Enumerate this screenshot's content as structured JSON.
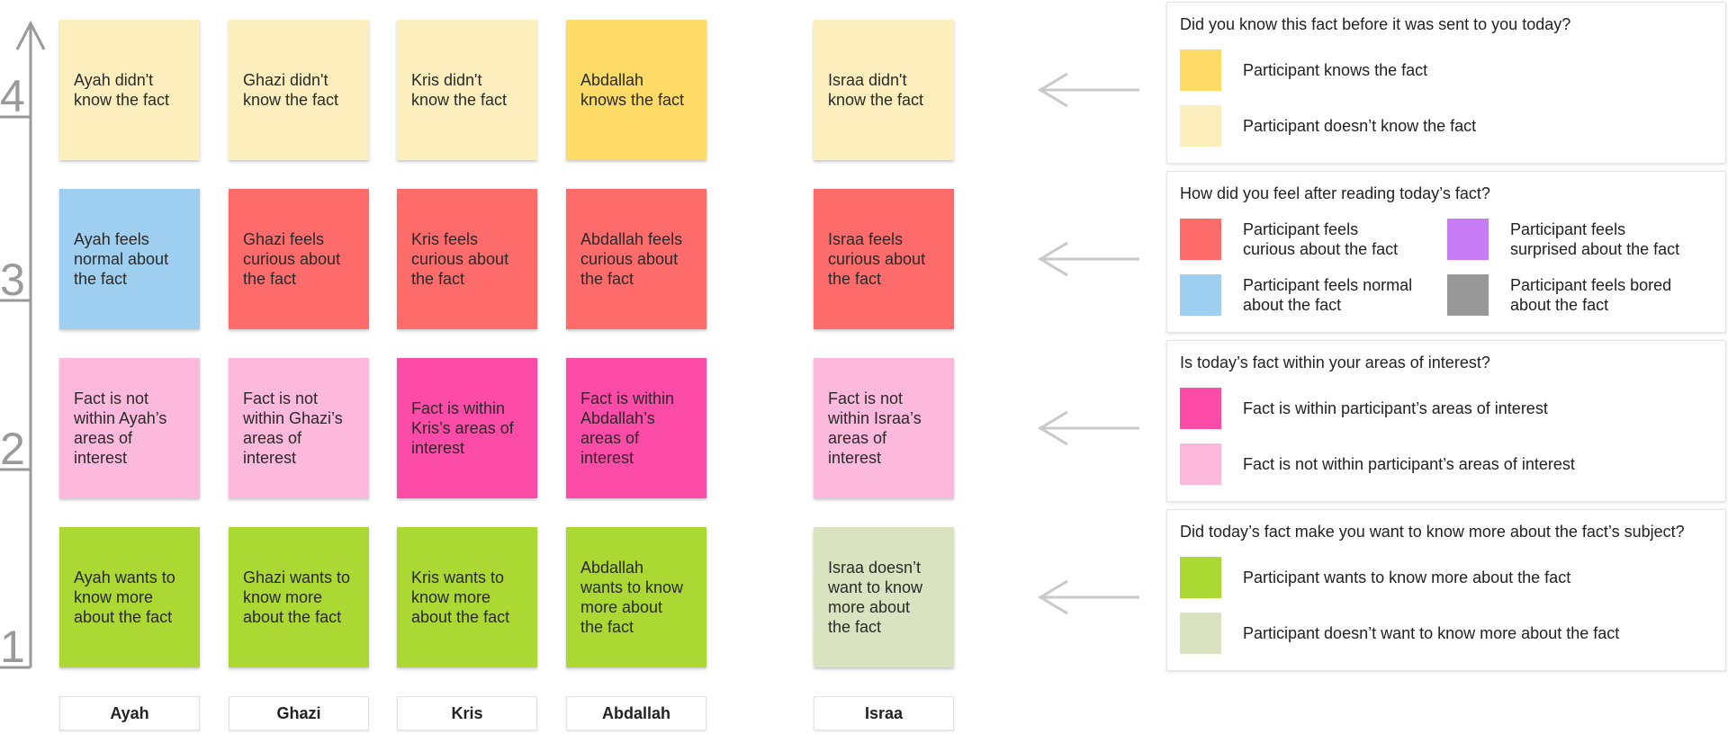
{
  "axis": {
    "levels": [
      "4",
      "3",
      "2",
      "1"
    ]
  },
  "participants": [
    "Ayah",
    "Ghazi",
    "Kris",
    "Abdallah",
    "Israa"
  ],
  "rows": [
    {
      "id": "knowledge",
      "notes": [
        {
          "lines": [
            "Ayah didn't",
            "know the fact"
          ],
          "color": "#fdefbd"
        },
        {
          "lines": [
            "Ghazi didn't",
            "know the fact"
          ],
          "color": "#fdefbd"
        },
        {
          "lines": [
            "Kris didn't",
            "know the fact"
          ],
          "color": "#fdefbd"
        },
        {
          "lines": [
            "Abdallah",
            "knows the fact"
          ],
          "color": "#fddb66"
        },
        {
          "lines": [
            "Israa didn't",
            "know the fact"
          ],
          "color": "#fdefbd"
        }
      ]
    },
    {
      "id": "feeling",
      "notes": [
        {
          "lines": [
            "Ayah feels",
            "normal about",
            "the fact"
          ],
          "color": "#9ecff0"
        },
        {
          "lines": [
            "Ghazi feels",
            "curious about",
            "the fact"
          ],
          "color": "#fe6b6b"
        },
        {
          "lines": [
            "Kris feels",
            "curious about",
            "the fact"
          ],
          "color": "#fe6b6b"
        },
        {
          "lines": [
            "Abdallah feels",
            "curious about",
            "the fact"
          ],
          "color": "#fe6b6b"
        },
        {
          "lines": [
            "Israa feels",
            "curious about",
            "the fact"
          ],
          "color": "#fe6b6b"
        }
      ]
    },
    {
      "id": "interest",
      "notes": [
        {
          "lines": [
            "Fact is not",
            "within Ayah’s",
            "areas of",
            "interest"
          ],
          "color": "#fdb9dc"
        },
        {
          "lines": [
            "Fact is not",
            "within Ghazi’s",
            "areas of",
            "interest"
          ],
          "color": "#fdb9dc"
        },
        {
          "lines": [
            "Fact is within",
            "Kris’s areas of",
            "interest"
          ],
          "color": "#fd4ca8"
        },
        {
          "lines": [
            "Fact is within",
            "Abdallah’s",
            "areas of",
            "interest"
          ],
          "color": "#fd4ca8"
        },
        {
          "lines": [
            "Fact is not",
            "within Israa’s",
            "areas of",
            "interest"
          ],
          "color": "#fdb9dc"
        }
      ]
    },
    {
      "id": "curiosity",
      "notes": [
        {
          "lines": [
            "Ayah wants to",
            "know more",
            "about the fact"
          ],
          "color": "#acd833"
        },
        {
          "lines": [
            "Ghazi wants to",
            "know more",
            "about the fact"
          ],
          "color": "#acd833"
        },
        {
          "lines": [
            "Kris wants to",
            "know more",
            "about the fact"
          ],
          "color": "#acd833"
        },
        {
          "lines": [
            "Abdallah",
            "wants to know",
            "more about",
            "the fact"
          ],
          "color": "#acd833"
        },
        {
          "lines": [
            "Israa doesn’t",
            "want to know",
            "more about",
            "the fact"
          ],
          "color": "#d9e3bf"
        }
      ]
    }
  ],
  "legend": [
    {
      "title": "Did you know this fact before it was sent to you today?",
      "items": [
        {
          "lines": [
            "Participant knows the fact"
          ],
          "color": "#fddb66"
        },
        {
          "lines": [
            "Participant doesn’t know the fact"
          ],
          "color": "#fdefbd"
        }
      ]
    },
    {
      "title": "How did you feel after reading today’s fact?",
      "items": [
        {
          "lines": [
            "Participant feels",
            "curious about the fact"
          ],
          "color": "#fe6b6b"
        },
        {
          "lines": [
            "Participant feels",
            "surprised about the fact"
          ],
          "color": "#c77cf6"
        },
        {
          "lines": [
            "Participant feels normal",
            "about the fact"
          ],
          "color": "#9ecff0"
        },
        {
          "lines": [
            "Participant feels bored",
            "about the fact"
          ],
          "color": "#999999"
        }
      ]
    },
    {
      "title": "Is today’s fact within your areas of interest?",
      "items": [
        {
          "lines": [
            "Fact is within participant’s areas of interest"
          ],
          "color": "#fd4ca8"
        },
        {
          "lines": [
            "Fact is not within participant’s areas of interest"
          ],
          "color": "#fdb9dc"
        }
      ]
    },
    {
      "title": "Did today’s fact make you want to know more about the fact’s subject?",
      "items": [
        {
          "lines": [
            "Participant wants to know more about the fact"
          ],
          "color": "#acd833"
        },
        {
          "lines": [
            "Participant doesn’t want to know more about the fact"
          ],
          "color": "#d9e3bf"
        }
      ]
    }
  ],
  "colors": {
    "axis": "#9a9a9a",
    "arrow": "#c9c9c9"
  }
}
